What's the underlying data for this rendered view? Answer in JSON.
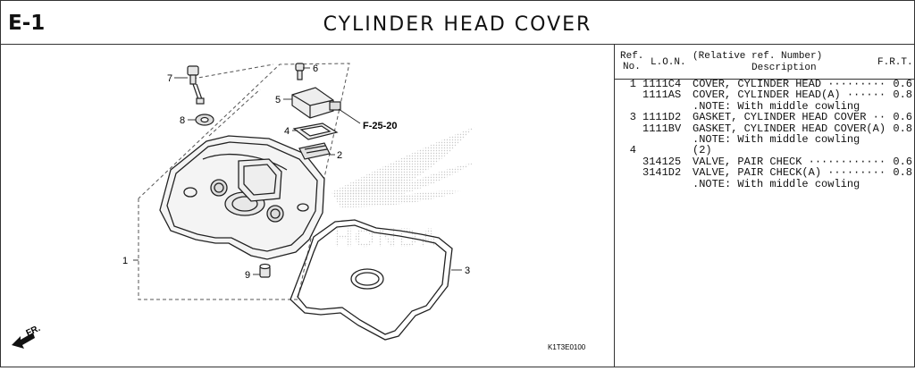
{
  "header": {
    "section_code": "E-1",
    "title": "CYLINDER HEAD COVER"
  },
  "columns": {
    "ref_line1": "Ref.",
    "ref_line2": "No.",
    "lon": "L.O.N.",
    "desc_line1": "(Relative ref. Number)",
    "desc_line2": "Description",
    "frt": "F.R.T."
  },
  "rows": [
    {
      "ref": "1",
      "lon": "1111C4",
      "desc": "COVER, CYLINDER HEAD ·········",
      "frt": "0.6"
    },
    {
      "ref": "",
      "lon": "1111AS",
      "desc": "COVER, CYLINDER HEAD(A) ······",
      "frt": "0.8"
    },
    {
      "ref": "",
      "lon": "",
      "desc": ".NOTE: With middle cowling",
      "frt": ""
    },
    {
      "ref": "3",
      "lon": "1111D2",
      "desc": "GASKET, CYLINDER HEAD COVER ··",
      "frt": "0.6"
    },
    {
      "ref": "",
      "lon": "1111BV",
      "desc": "GASKET, CYLINDER HEAD COVER(A)",
      "frt": "0.8"
    },
    {
      "ref": "",
      "lon": "",
      "desc": ".NOTE: With middle cowling",
      "frt": ""
    },
    {
      "ref": "4",
      "lon": "",
      "desc": "(2)",
      "frt": ""
    },
    {
      "ref": "",
      "lon": "314125",
      "desc": "VALVE, PAIR CHECK ············",
      "frt": "0.6"
    },
    {
      "ref": "",
      "lon": "3141D2",
      "desc": "VALVE, PAIR CHECK(A) ·········",
      "frt": "0.8"
    },
    {
      "ref": "",
      "lon": "",
      "desc": ".NOTE: With middle cowling",
      "frt": ""
    }
  ],
  "diagram": {
    "callouts": {
      "c1": "1",
      "c2": "2",
      "c3": "3",
      "c4": "4",
      "c5": "5",
      "c6": "6",
      "c7": "7",
      "c8": "8",
      "c9": "9"
    },
    "ref_link": "F-25-20",
    "front_label": "FR.",
    "drawing_code": "K1T3E0100",
    "watermark_text": "HONDA",
    "watermark_icon": "honda-wing-logo"
  }
}
